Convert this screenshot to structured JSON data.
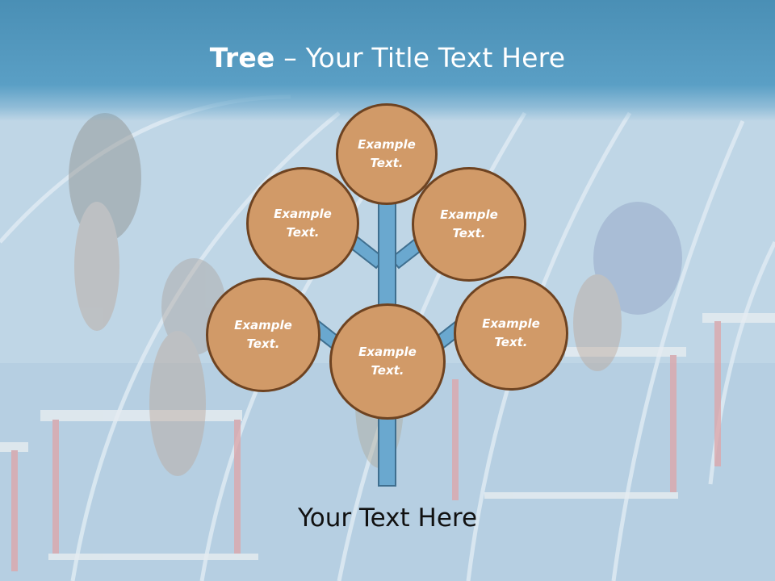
{
  "title": {
    "bold": "Tree",
    "rest": " – Your Title Text Here"
  },
  "nodes": [
    {
      "text": "Example Text."
    },
    {
      "text": "Example Text."
    },
    {
      "text": "Example Text."
    },
    {
      "text": "Example Text."
    },
    {
      "text": "Example Text."
    },
    {
      "text": "Example Text."
    }
  ],
  "footer": "Your Text Here",
  "colors": {
    "header": "#4a8fb5",
    "circle_fill": "#d19a68",
    "circle_border": "#6e4321",
    "trunk": "#6aa8cf"
  }
}
